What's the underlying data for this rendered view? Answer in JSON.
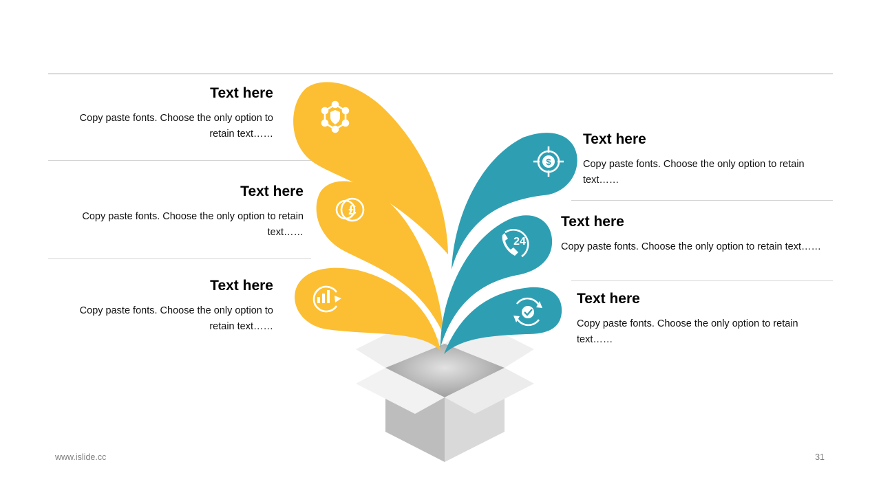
{
  "colors": {
    "accent_yellow": "#FCBF33",
    "accent_teal": "#2E9FB3",
    "rule": "#d4d4d4",
    "box_light": "#efefef",
    "box_mid": "#d9d9d9",
    "box_dark": "#bdbdbd"
  },
  "left_items": [
    {
      "title": "Text here",
      "body": "Copy paste fonts. Choose the only option to retain text……",
      "icon": "shield-network-icon"
    },
    {
      "title": "Text here",
      "body": "Copy paste fonts. Choose the only option to retain text……",
      "icon": "pound-coins-icon"
    },
    {
      "title": "Text here",
      "body": "Copy paste fonts. Choose the only option to retain text……",
      "icon": "growth-chart-icon"
    }
  ],
  "right_items": [
    {
      "title": "Text here",
      "body": "Copy paste fonts. Choose the only option to retain text……",
      "icon": "dollar-target-icon"
    },
    {
      "title": "Text here",
      "body": "Copy paste fonts. Choose the only option to retain text……",
      "icon": "phone-24-icon",
      "badge": "24"
    },
    {
      "title": "Text here",
      "body": "Copy paste fonts. Choose the only option to retain text……",
      "icon": "gear-check-icon"
    }
  ],
  "footer": {
    "website": "www.islide.cc",
    "page_number": "31"
  }
}
